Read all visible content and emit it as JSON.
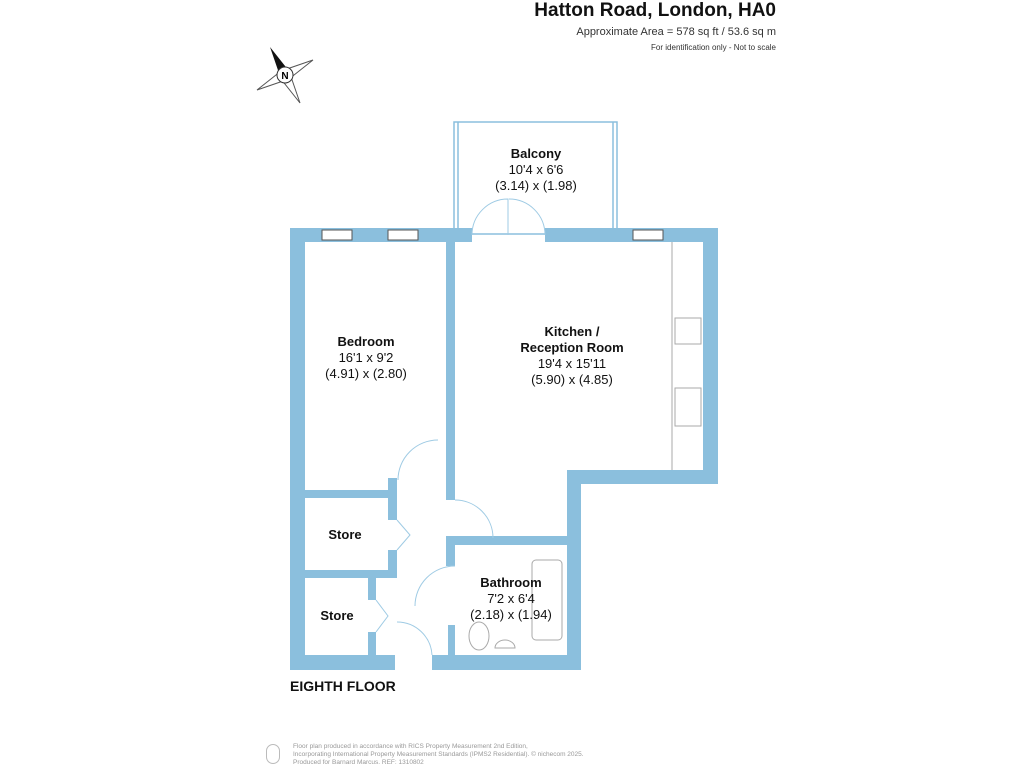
{
  "header": {
    "title": "Hatton Road, London, HA0",
    "area": "Approximate Area = 578 sq ft / 53.6 sq m",
    "note": "For identification only - Not to scale"
  },
  "compass": {
    "letter": "N"
  },
  "rooms": [
    {
      "name": "Balcony",
      "imperial": "10'4 x 6'6",
      "metric": "(3.14) x (1.98)"
    },
    {
      "name": "Bedroom",
      "imperial": "16'1 x 9'2",
      "metric": "(4.91) x (2.80)"
    },
    {
      "name": "Kitchen / Reception Room",
      "line1": "Kitchen /",
      "line2": "Reception Room",
      "imperial": "19'4 x 15'11",
      "metric": "(5.90) x (4.85)"
    },
    {
      "name": "Store"
    },
    {
      "name": "Store"
    },
    {
      "name": "Bathroom",
      "imperial": "7'2 x 6'4",
      "metric": "(2.18) x (1.94)"
    }
  ],
  "floor_label": "EIGHTH FLOOR",
  "footer": {
    "line1": "Floor plan produced in accordance with RICS Property Measurement 2nd Edition,",
    "line2": "Incorporating International Property Measurement Standards (IPMS2 Residential).   © nichecom 2025.",
    "line3": "Produced for Barnard Marcus.   REF:  1310802"
  },
  "colors": {
    "wall": "#8bbfdd"
  }
}
